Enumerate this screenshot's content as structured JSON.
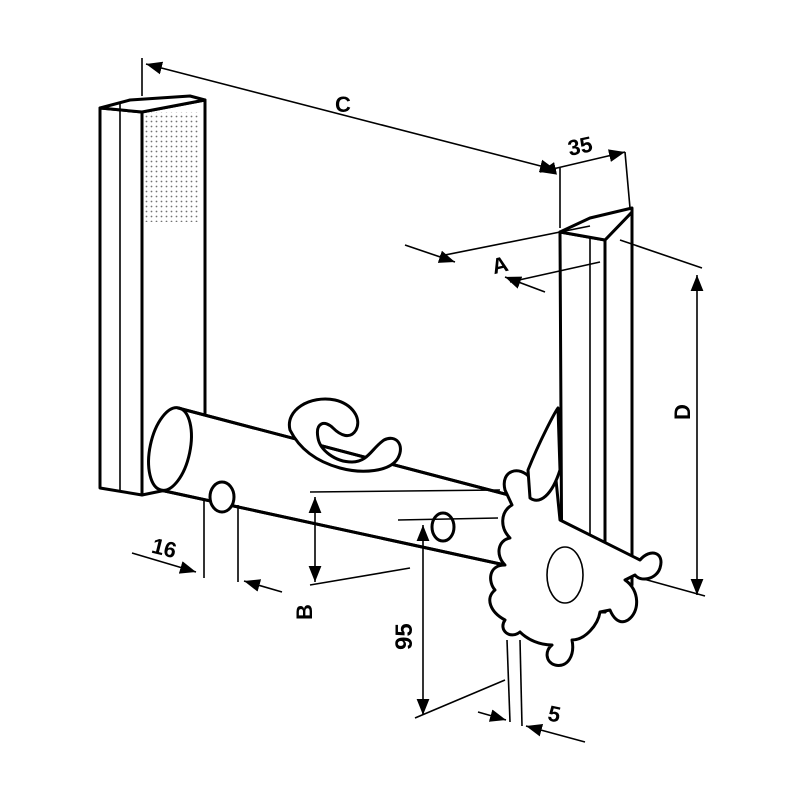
{
  "diagram": {
    "dimensions": {
      "c": "C",
      "thirty_five": "35",
      "a": "A",
      "d": "D",
      "sixteen": "16",
      "b": "B",
      "ninety_five": "95",
      "five": "5"
    },
    "colors": {
      "ink": "#000000",
      "paper": "#ffffff"
    }
  }
}
